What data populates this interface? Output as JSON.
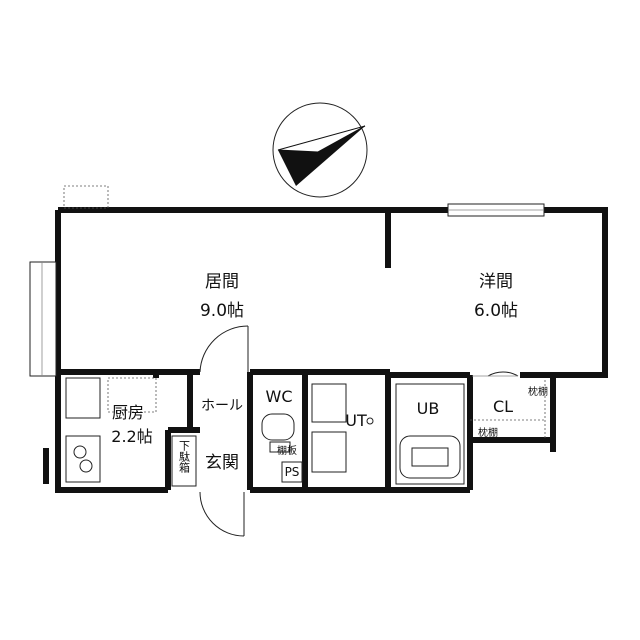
{
  "rooms": {
    "living": {
      "name": "居間",
      "size": "9.0帖"
    },
    "western": {
      "name": "洋間",
      "size": "6.0帖"
    },
    "kitchen": {
      "name": "厨房",
      "size": "2.2帖"
    },
    "entrance": {
      "name": "玄関"
    },
    "hall": {
      "name": "ホール"
    },
    "toilet": {
      "name": "WC"
    },
    "utility": {
      "name": "UT"
    },
    "bath": {
      "name": "UB"
    },
    "closet": {
      "name": "CL"
    },
    "pipe_space": {
      "name": "PS"
    }
  },
  "fixtures": {
    "shoe_box": "下駄箱",
    "shelf_wc": "棚板",
    "shelf_cl_bottom": "枕棚",
    "shelf_cl_right": "枕棚"
  },
  "colors": {
    "wall": "#111111",
    "background": "#ffffff",
    "compass": "#111111"
  }
}
